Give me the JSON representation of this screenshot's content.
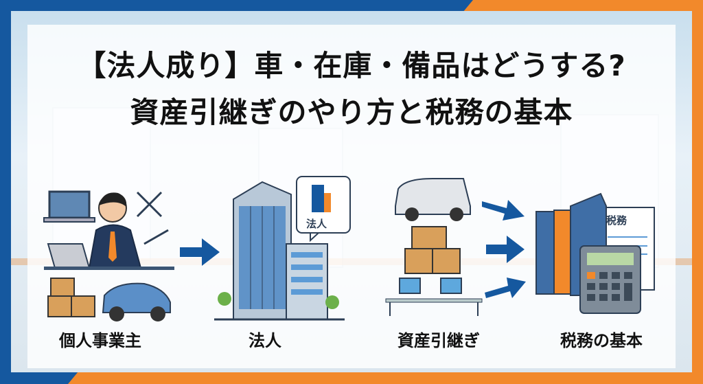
{
  "title": {
    "line1": "【法人成り】車・在庫・備品はどうする?",
    "line2": "資産引継ぎのやり方と税務の基本"
  },
  "sections": [
    {
      "label": "個人事業主",
      "icon": "sole-proprietor-illustration"
    },
    {
      "label": "法人",
      "icon": "corporate-building-illustration",
      "badge": "法人"
    },
    {
      "label": "資産引継ぎ",
      "icon": "asset-transfer-illustration"
    },
    {
      "label": "税務の基本",
      "icon": "tax-documents-illustration",
      "doc_label": "税務"
    }
  ],
  "colors": {
    "blue": "#15589f",
    "orange": "#f2892b"
  }
}
